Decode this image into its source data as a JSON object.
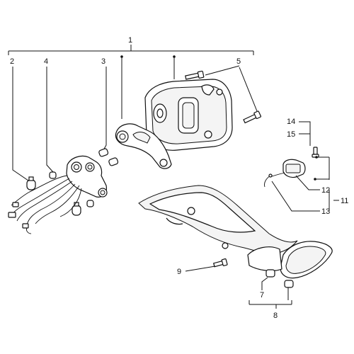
{
  "callouts": [
    {
      "id": "1",
      "text": "1"
    },
    {
      "id": "2",
      "text": "2"
    },
    {
      "id": "3",
      "text": "3"
    },
    {
      "id": "4",
      "text": "4"
    },
    {
      "id": "5",
      "text": "5"
    },
    {
      "id": "7",
      "text": "7"
    },
    {
      "id": "8",
      "text": "8"
    },
    {
      "id": "9",
      "text": "9"
    },
    {
      "id": "11",
      "text": "11"
    },
    {
      "id": "12",
      "text": "12"
    },
    {
      "id": "13",
      "text": "13"
    },
    {
      "id": "14",
      "text": "14"
    },
    {
      "id": "15",
      "text": "15"
    }
  ]
}
